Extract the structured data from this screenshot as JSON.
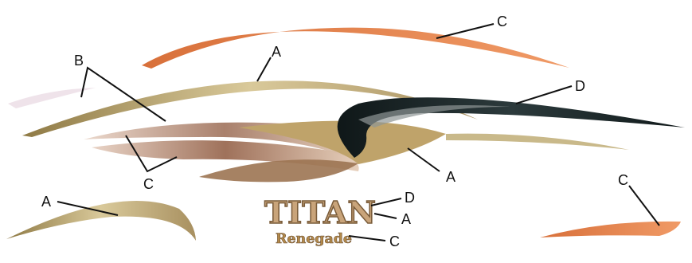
{
  "colors": {
    "paint_a": "#c9b98a",
    "paint_a_dark": "#8f7a45",
    "paint_b": "#b4826a",
    "paint_c": "#e58a55",
    "paint_d": "#1f2a2c",
    "leader": "#111111"
  },
  "callouts": [
    {
      "id": "c-top",
      "label": "C"
    },
    {
      "id": "a-top",
      "label": "A"
    },
    {
      "id": "b-left",
      "label": "B"
    },
    {
      "id": "d-right",
      "label": "D"
    },
    {
      "id": "c-left",
      "label": "C"
    },
    {
      "id": "a-mid",
      "label": "A"
    },
    {
      "id": "a-bottom-left",
      "label": "A"
    },
    {
      "id": "d-logo",
      "label": "D"
    },
    {
      "id": "a-logo",
      "label": "A"
    },
    {
      "id": "c-logo",
      "label": "C"
    },
    {
      "id": "c-bottom-right",
      "label": "C"
    }
  ],
  "logo": {
    "brand": "TITAN",
    "model": "Renegade"
  }
}
